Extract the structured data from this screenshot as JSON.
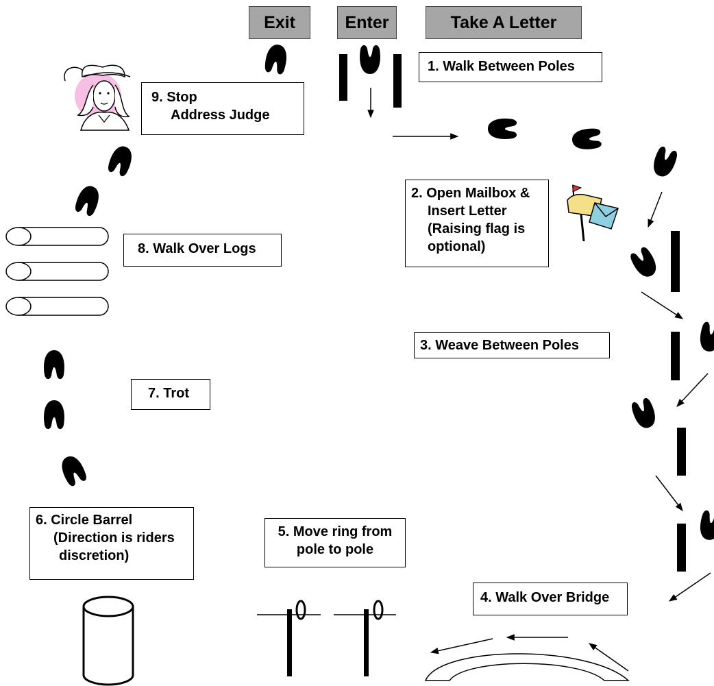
{
  "buttons": {
    "exit": "Exit",
    "enter": "Enter",
    "take_letter": "Take A Letter"
  },
  "steps": [
    {
      "lines": [
        "1. Walk Between Poles"
      ]
    },
    {
      "lines": [
        "2. Open Mailbox &",
        "Insert Letter",
        "(Raising flag is",
        "optional)"
      ]
    },
    {
      "lines": [
        "3. Weave Between Poles"
      ]
    },
    {
      "lines": [
        "4. Walk Over Bridge"
      ]
    },
    {
      "lines": [
        "5. Move ring from",
        "pole to pole"
      ]
    },
    {
      "lines": [
        "6. Circle Barrel",
        "(Direction is riders",
        "discretion)"
      ]
    },
    {
      "lines": [
        "7. Trot"
      ]
    },
    {
      "lines": [
        "8. Walk Over Logs"
      ]
    },
    {
      "lines": [
        "9. Stop",
        "Address Judge"
      ]
    }
  ],
  "icons": [
    "hoofprint-icon",
    "pole-icon",
    "arrow-icon",
    "log-icon",
    "barrel-icon",
    "bridge-icon",
    "ring-pole-icon",
    "mailbox-icon",
    "cowgirl-icon"
  ]
}
